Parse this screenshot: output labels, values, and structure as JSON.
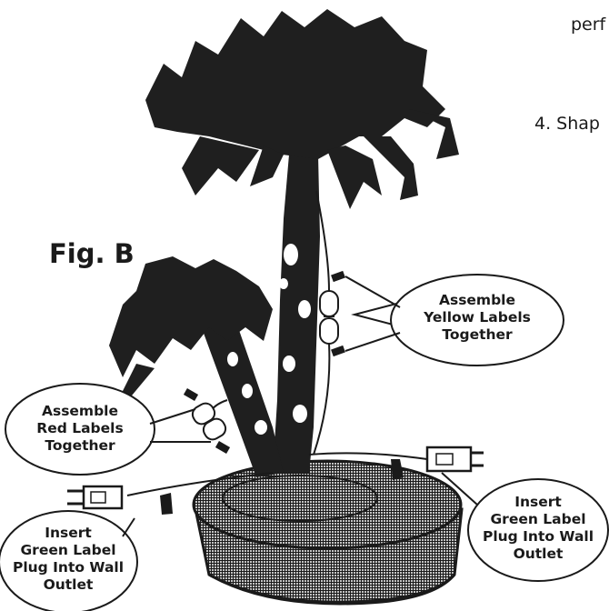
{
  "figure_label": "Fig. B",
  "cut_text": [
    "perf",
    "4. Shap"
  ],
  "callouts": {
    "yellow": [
      "Assemble",
      "Yellow Labels",
      "Together"
    ],
    "red": [
      "Assemble",
      "Red Labels",
      "Together"
    ],
    "green_right": [
      "Insert",
      "Green Label",
      "Plug Into Wall",
      "Outlet"
    ],
    "green_left": [
      "Insert",
      "Green Label",
      "Plug Into Wall",
      "Outlet"
    ]
  },
  "colors": {
    "ink": "#1a1a1a",
    "paper": "#ffffff"
  }
}
